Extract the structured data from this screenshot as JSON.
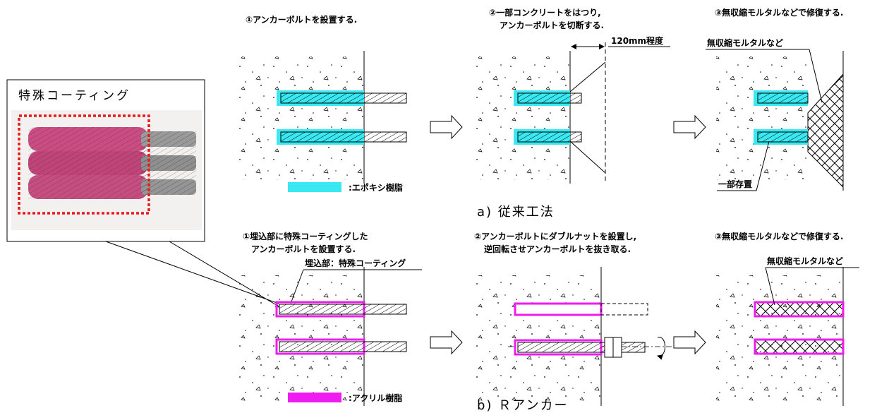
{
  "photo": {
    "label": "特殊コーティング",
    "label_color": "#e8191e"
  },
  "colors": {
    "epoxy": "#39e8f0",
    "acrylic": "#ee1cf0",
    "concrete_line": "#000000"
  },
  "section_a": {
    "caption": "a) 従来工法",
    "steps": [
      {
        "title": "①アンカーボルトを設置する."
      },
      {
        "title_lines": [
          "②一部コンクリートをはつり,",
          "アンカーボルトを切断する."
        ]
      },
      {
        "title": "③無収縮モルタルなどで修復する."
      }
    ],
    "dimension_label": "120mm程度",
    "mortar_label": "無収縮モルタルなど",
    "remain_label": "一部存置",
    "legend": ":エポキシ樹脂"
  },
  "section_b": {
    "caption": "b) Ｒアンカー",
    "steps": [
      {
        "title_lines": [
          "①埋込部に特殊コーティングした",
          "アンカーボルトを設置する."
        ]
      },
      {
        "title_lines": [
          "②アンカーボルトにダブルナットを設置し,",
          "逆回転させアンカーボルトを抜き取る."
        ]
      },
      {
        "title": "③無収縮モルタルなどで修復する."
      }
    ],
    "embed_label": "埋込部：特殊コーティング",
    "mortar_label": "無収縮モルタルなど",
    "legend": ":アクリル樹脂"
  }
}
